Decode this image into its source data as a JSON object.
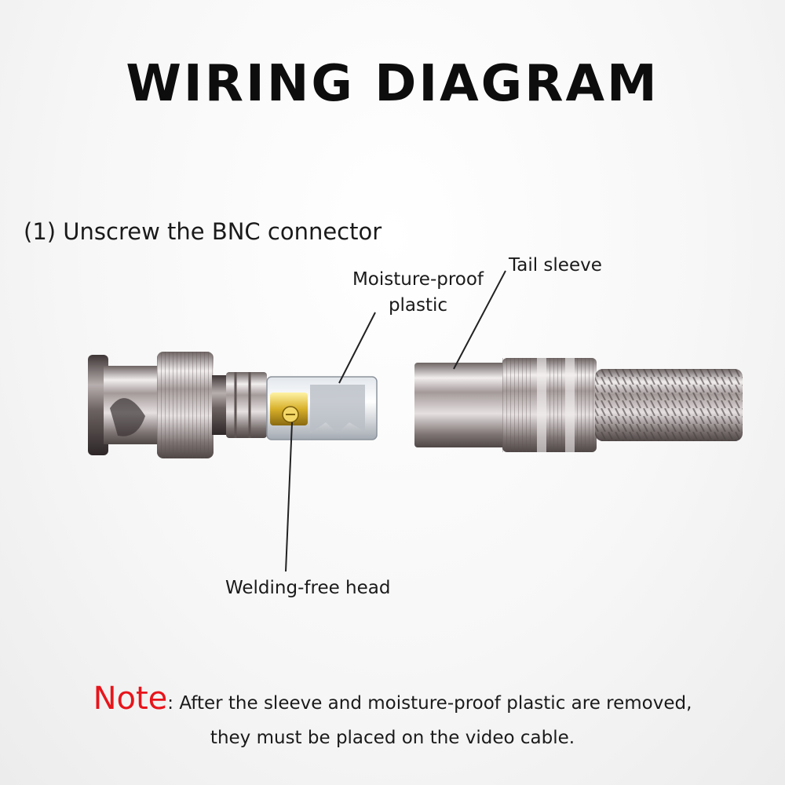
{
  "title": "WIRING DIAGRAM",
  "step": "(1) Unscrew the BNC connector",
  "labels": {
    "moisture_proof_line1": "Moisture-proof",
    "moisture_proof_line2": "plastic",
    "tail_sleeve": "Tail sleeve",
    "welding_free_head": "Welding-free head"
  },
  "note": {
    "key": "Note",
    "line1": ": After the sleeve and moisture-proof plastic are removed,",
    "line2": "they must be placed on the video cable."
  },
  "colors": {
    "note_key": "#e8141b",
    "metal": "#9a8f8f",
    "brass": "#d8b02a"
  }
}
